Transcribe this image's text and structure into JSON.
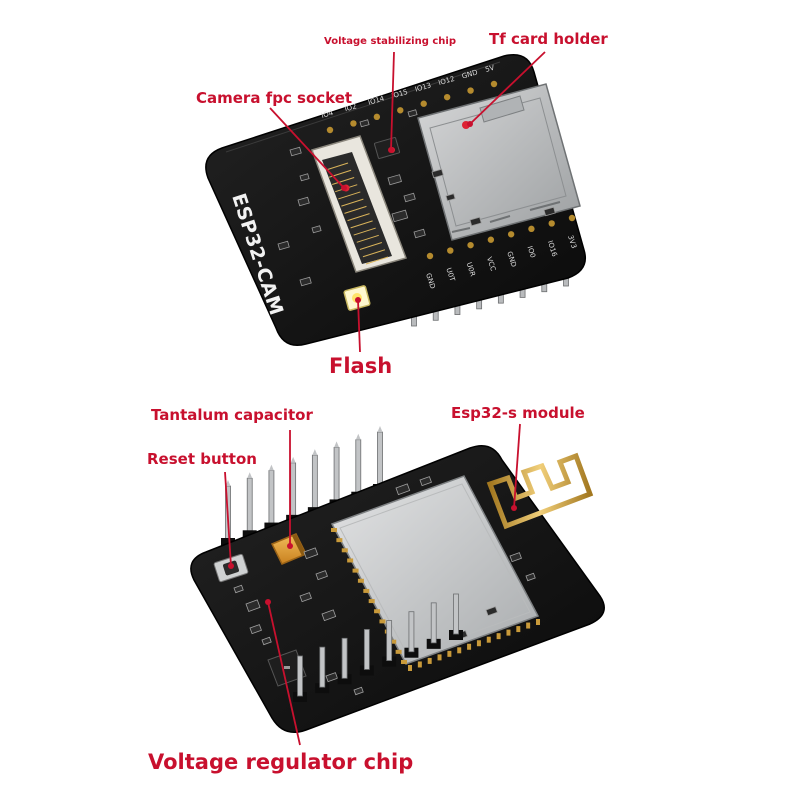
{
  "colors": {
    "accent": "#c8102e",
    "pcb": "#141414",
    "shield": "#c9cbcc",
    "gold": "#c99a3a",
    "tantalum": "#e6a83d"
  },
  "board_marking": "ESP32-CAM",
  "top_pin_labels": [
    "IO4",
    "IO2",
    "IO14",
    "IO15",
    "IO13",
    "IO12",
    "GND",
    "5V"
  ],
  "bottom_pin_labels": [
    "GND",
    "U0T",
    "U0R",
    "VCC",
    "GND",
    "IO0",
    "IO16",
    "3V3"
  ],
  "labels": {
    "voltage_stabilizing_chip": "Voltage stabilizing chip",
    "tf_card_holder": "Tf card holder",
    "camera_fpc_socket": "Camera fpc socket",
    "flash": "Flash",
    "tantalum_capacitor": "Tantalum capacitor",
    "esp32s_module": "Esp32-s module",
    "reset_button": "Reset button",
    "voltage_regulator_chip": "Voltage regulator chip"
  }
}
